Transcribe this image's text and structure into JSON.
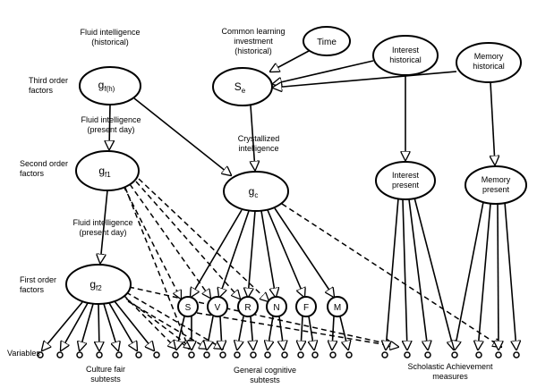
{
  "labels": {
    "fluid_hist_1": "Fluid intelligence",
    "fluid_hist_2": "(historical)",
    "common_1": "Common learning",
    "common_2": "investment",
    "common_3": "(historical)",
    "third_1": "Third order",
    "third_2": "factors",
    "second_1": "Second order",
    "second_2": "factors",
    "first_1": "First order",
    "first_2": "factors",
    "variables": "Variables",
    "fluid_present_a1": "Fluid intelligence",
    "fluid_present_a2": "(present day)",
    "fluid_present_b1": "Fluid intelligence",
    "fluid_present_b2": "(present day)",
    "crystal_1": "Crystallized",
    "crystal_2": "intelligence",
    "culture_1": "Culture fair",
    "culture_2": "subtests",
    "general_1": "General cognitive",
    "general_2": "subtests",
    "scholastic_1": "Scholastic Achievement",
    "scholastic_2": "measures"
  },
  "nodes": {
    "time": "Time",
    "interest_hist_1": "Interest",
    "interest_hist_2": "historical",
    "memory_hist_1": "Memory",
    "memory_hist_2": "historical",
    "se_main": "S",
    "se_sub": "e",
    "gfh_main": "g",
    "gfh_sub": "f(h)",
    "gf1_main": "g",
    "gf1_sub": "f1",
    "gf2_main": "g",
    "gf2_sub": "f2",
    "gc_main": "g",
    "gc_sub": "c",
    "interest_present_1": "Interest",
    "interest_present_2": "present",
    "memory_present_1": "Memory",
    "memory_present_2": "present",
    "subfactors": [
      "S",
      "V",
      "R",
      "N",
      "F",
      "M"
    ]
  }
}
